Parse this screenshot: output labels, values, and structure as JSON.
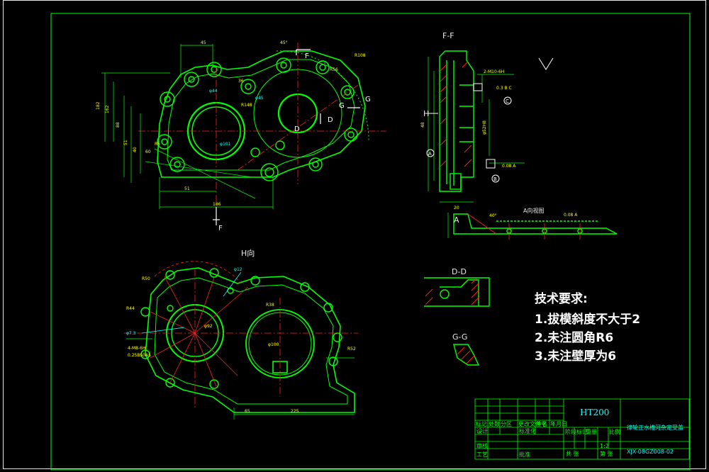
{
  "views": {
    "main": {
      "section_label": "F"
    },
    "ff": {
      "title": "F-F",
      "arrow_label": "H",
      "datum_a": "A",
      "datum_b": "B",
      "datum_c": "C"
    },
    "hh": {
      "title": "H向"
    },
    "aview": {
      "title": "A向视图",
      "arrow_label": "A"
    },
    "dd": {
      "title": "D-D"
    },
    "gg": {
      "title": "G-G"
    }
  },
  "tech_requirements": {
    "heading": "技术要求:",
    "items": [
      "1.拔模斜度不大于2",
      "2.未注圆角R6",
      "3.未注壁厚为6"
    ]
  },
  "title_block": {
    "material": "HT200",
    "scale": "1:2",
    "drawing_no": "XJX-08GZ008-02",
    "part_name": "律轮正水槽河杂定受盖",
    "row_headers": [
      "标记",
      "处数",
      "分区",
      "更改文件号",
      "签名",
      "年月日"
    ],
    "designer_label": "设计",
    "standard_label": "标准化",
    "stage_labels": [
      "阶段标记",
      "重量",
      "比例"
    ],
    "review_label": "审核",
    "process_label": "工艺",
    "approve_label": "批准",
    "sheets_label": "共 张",
    "sheet_label": "第 张"
  },
  "colors": {
    "outline": "#00ff00",
    "dimension": "#00ff00",
    "centerline": "#ff2020",
    "annotation": "#ffff00",
    "leader": "#00ffff",
    "hatch": "#ff3030",
    "frame": "#e8e8e8"
  }
}
